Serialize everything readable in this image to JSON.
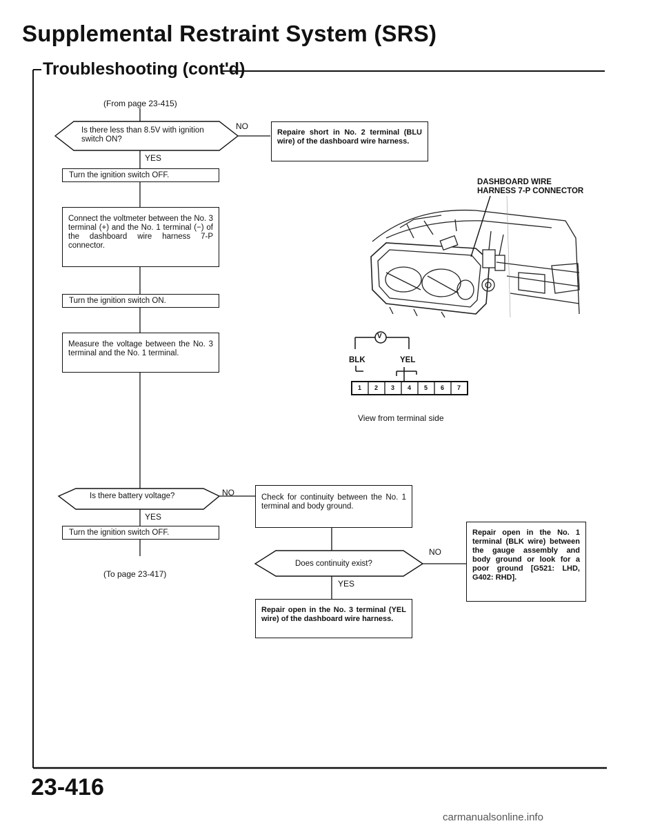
{
  "header": {
    "title": "Supplemental Restraint System (SRS)",
    "subtitle": "Troubleshooting (cont'd)"
  },
  "flow": {
    "from_page": "(From page 23-415)",
    "to_page": "(To page 23-417)",
    "q1": "Is there less than 8.5V with ignition switch ON?",
    "q1_no_action": "Repaire short in No. 2 terminal (BLU wire) of the dashboard wire harness.",
    "step1": "Turn the ignition switch OFF.",
    "step2": "Connect the voltmeter between the No. 3 terminal (+) and the No. 1 terminal (−) of the dashboard wire harness 7-P connector.",
    "step3": "Turn the ignition switch ON.",
    "step4": "Measure the voltage between the No. 3 terminal and the No. 1 terminal.",
    "q2": "Is there battery voltage?",
    "q2_no_action": "Check for continuity between the No. 1 terminal and body ground.",
    "step5": "Turn the ignition switch OFF.",
    "q3": "Does continuity exist?",
    "q3_no_action": "Repair open in the No. 1 terminal (BLK wire) between the gauge assembly and body ground or look for a poor ground [G521: LHD, G402: RHD].",
    "q3_yes_action": "Repair open in the No. 3 terminal (YEL wire) of the dashboard wire harness.",
    "yes": "YES",
    "no": "NO"
  },
  "figure": {
    "callout_line1": "DASHBOARD WIRE",
    "callout_line2": "HARNESS 7-P CONNECTOR",
    "meter_symbol": "V",
    "wire_left": "BLK",
    "wire_right": "YEL",
    "terminals": [
      "1",
      "2",
      "3",
      "4",
      "5",
      "6",
      "7"
    ],
    "caption": "View from terminal side"
  },
  "footer": {
    "page_number": "23-416",
    "watermark": "carmanualsonline.info"
  }
}
